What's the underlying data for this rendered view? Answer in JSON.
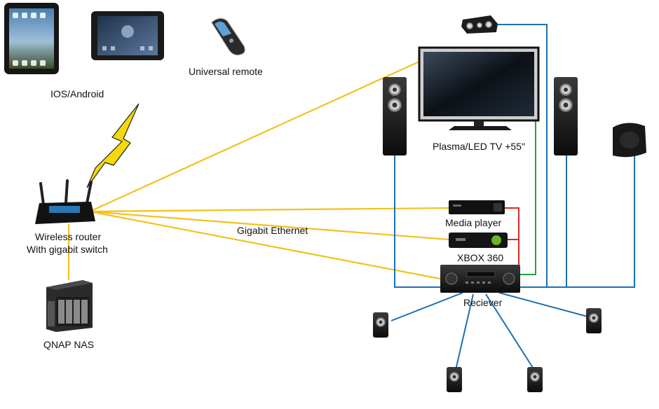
{
  "labels": {
    "devices": "IOS/Android",
    "remote": "Universal remote",
    "tv": "Plasma/LED TV +55\"",
    "router_line1": "Wireless router",
    "router_line2": "With gigabit switch",
    "ethernet": "Gigabit Ethernet",
    "media_player": "Media player",
    "xbox": "XBOX 360",
    "receiver": "Reciever",
    "nas": "QNAP NAS"
  },
  "colors": {
    "ethernet": "#f2c21b",
    "speaker_wire": "#1b6fb5",
    "hdmi_red": "#d9262b",
    "hdmi_green": "#22a04a",
    "wireless_bolt": "#f5d90a",
    "device_dark": "#1a1a1a"
  },
  "icons": [
    "ipad-icon",
    "android-tablet-icon",
    "universal-remote-icon",
    "wireless-bolt-icon",
    "wireless-router-icon",
    "nas-icon",
    "tv-icon",
    "tower-speaker-icon",
    "center-speaker-icon",
    "subwoofer-icon",
    "media-player-icon",
    "xbox-icon",
    "receiver-icon",
    "satellite-speaker-icon"
  ]
}
